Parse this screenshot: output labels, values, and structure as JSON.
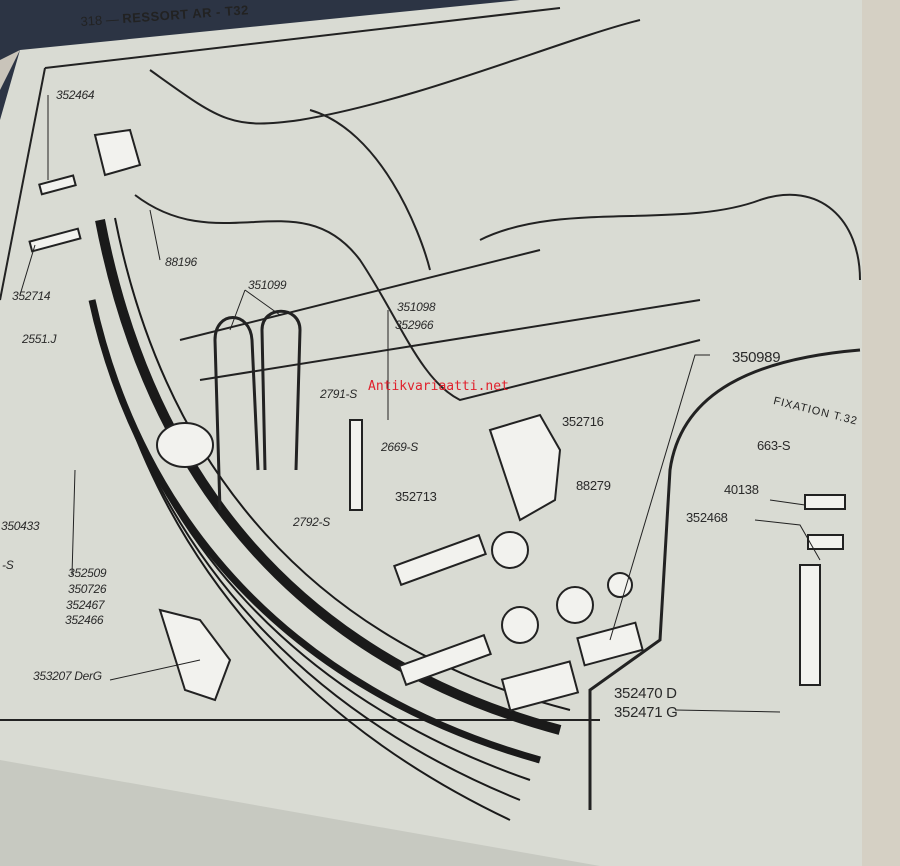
{
  "header": {
    "page_number": "318 —",
    "title": "RESSORT AR - T32"
  },
  "watermark": "Antikvariaatti.net",
  "inset_title": "FIXATION T.32",
  "part_labels": {
    "p352464": "352464",
    "p88196": "88196",
    "p352714": "352714",
    "p351099": "351099",
    "p351098": "351098",
    "p352966": "352966",
    "p2551j": "2551.J",
    "p2791s": "2791-S",
    "p350989": "350989",
    "p352716": "352716",
    "p2669s": "2669-S",
    "p663s": "663-S",
    "p88279": "88279",
    "p40138": "40138",
    "p352713": "352713",
    "p352468": "352468",
    "p2792s": "2792-S",
    "p350433": "350433",
    "ps": "-S",
    "p352509": "352509",
    "p350726": "350726",
    "p352467": "352467",
    "p352466": "352466",
    "p353207": "353207 DerG",
    "p352470": "352470 D",
    "p352471": "352471 G"
  }
}
